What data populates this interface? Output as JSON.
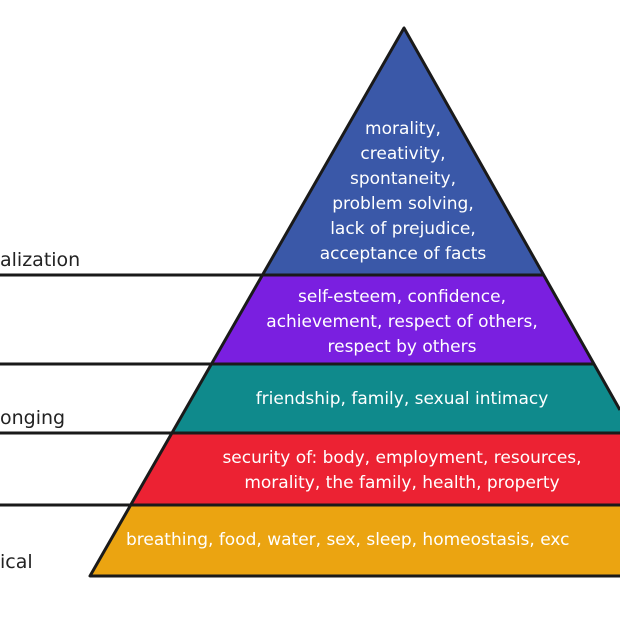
{
  "colors": {
    "self_actualization": "#3A58A8",
    "esteem": "#7A1FE0",
    "love_belonging": "#0F8A8C",
    "safety": "#EC2233",
    "physiological": "#EBA411",
    "outline": "#1a1a1a"
  },
  "tiers": [
    {
      "id": "self-actualization",
      "side_label": "alization",
      "lines": [
        "morality,",
        "creativity,",
        "spontaneity,",
        "problem solving,",
        "lack of prejudice,",
        "acceptance of facts"
      ]
    },
    {
      "id": "esteem",
      "side_label": "",
      "lines": [
        "self-esteem, confidence,",
        "achievement, respect of others,",
        "respect by others"
      ]
    },
    {
      "id": "love-belonging",
      "side_label": "onging",
      "lines": [
        "friendship, family, sexual intimacy"
      ]
    },
    {
      "id": "safety",
      "side_label": "",
      "lines": [
        "security of: body, employment, resources,",
        "morality, the family, health, property"
      ]
    },
    {
      "id": "physiological",
      "side_label": "ical",
      "lines": [
        "breathing, food, water, sex, sleep, homeostasis, exc"
      ]
    }
  ]
}
